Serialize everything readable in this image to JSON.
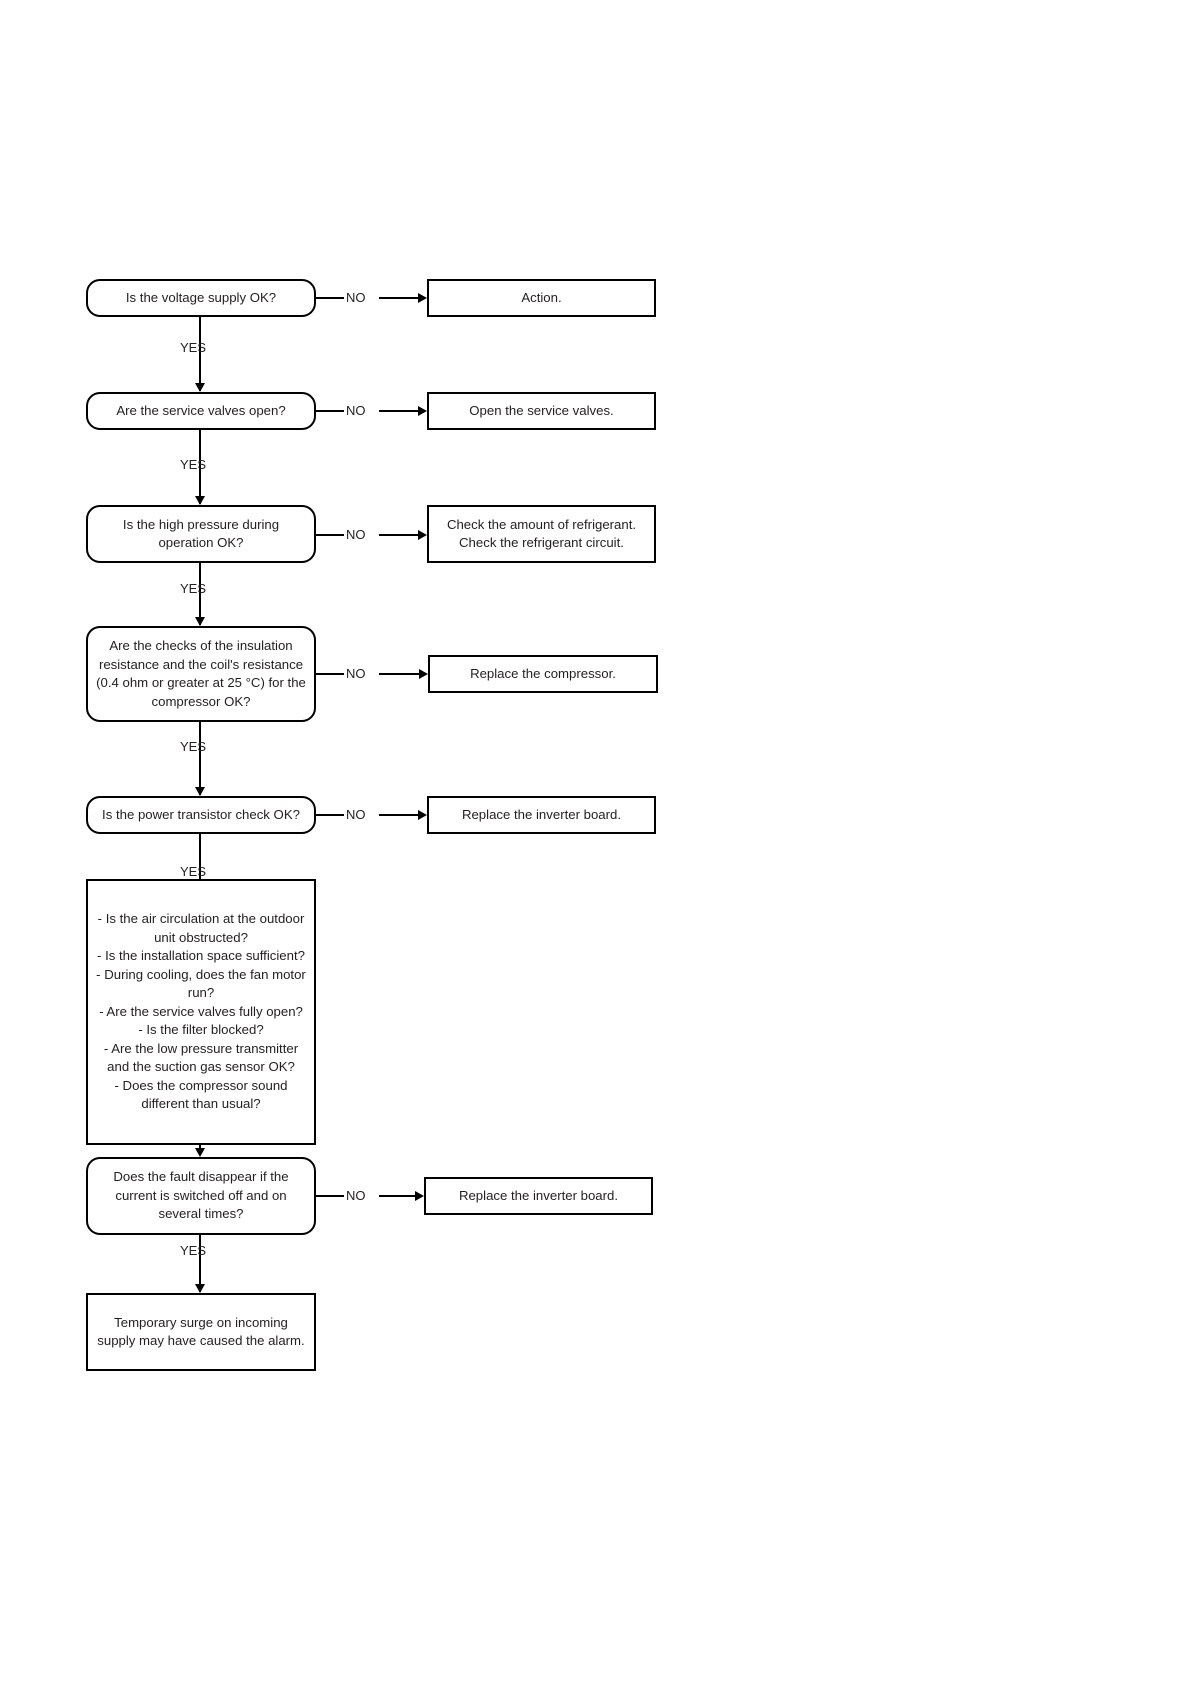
{
  "diagram": {
    "type": "flowchart",
    "title_visible": false,
    "colors": {
      "stroke": "#000000",
      "text": "#231f20",
      "background": "#ffffff"
    },
    "edge_labels": {
      "yes": "YES",
      "no": "NO"
    },
    "nodes": [
      {
        "id": "q-voltage",
        "shape": "rounded",
        "text": "Is the voltage supply OK?"
      },
      {
        "id": "a-action",
        "shape": "rect",
        "text": "Action."
      },
      {
        "id": "q-valves",
        "shape": "rounded",
        "text": "Are the service valves open?"
      },
      {
        "id": "a-open-valves",
        "shape": "rect",
        "text": "Open the service valves."
      },
      {
        "id": "q-high-pressure",
        "shape": "rounded",
        "text": "Is the high pressure during operation OK?"
      },
      {
        "id": "a-check-refrigerant",
        "shape": "rect",
        "text": "Check the amount of refrigerant. Check the refrigerant circuit."
      },
      {
        "id": "q-insulation",
        "shape": "rounded",
        "text": "Are the checks of the insulation resistance and the coil's resistance (0.4 ohm or greater at 25 °C) for the compressor OK?"
      },
      {
        "id": "a-replace-compressor",
        "shape": "rect",
        "text": "Replace the compressor."
      },
      {
        "id": "q-power-transistor",
        "shape": "rounded",
        "text": "Is the power transistor check OK?"
      },
      {
        "id": "a-replace-inverter-1",
        "shape": "rect",
        "text": "Replace the inverter board."
      },
      {
        "id": "checklist",
        "shape": "rect",
        "text": "- Is the air circulation at the outdoor unit obstructed?\n- Is the installation space sufficient?\n- During cooling, does the fan motor run?\n- Are the service valves fully open?\n- Is the filter blocked?\n- Are the low pressure transmitter and the suction gas sensor OK?\n- Does the compressor sound different than usual?"
      },
      {
        "id": "q-fault-disappear",
        "shape": "rounded",
        "text": "Does the fault disappear if the current is switched off and on several times?"
      },
      {
        "id": "a-replace-inverter-2",
        "shape": "rect",
        "text": "Replace the inverter board."
      },
      {
        "id": "a-temporary-surge",
        "shape": "rect",
        "text": "Temporary surge on incoming supply may have caused the alarm."
      }
    ]
  }
}
